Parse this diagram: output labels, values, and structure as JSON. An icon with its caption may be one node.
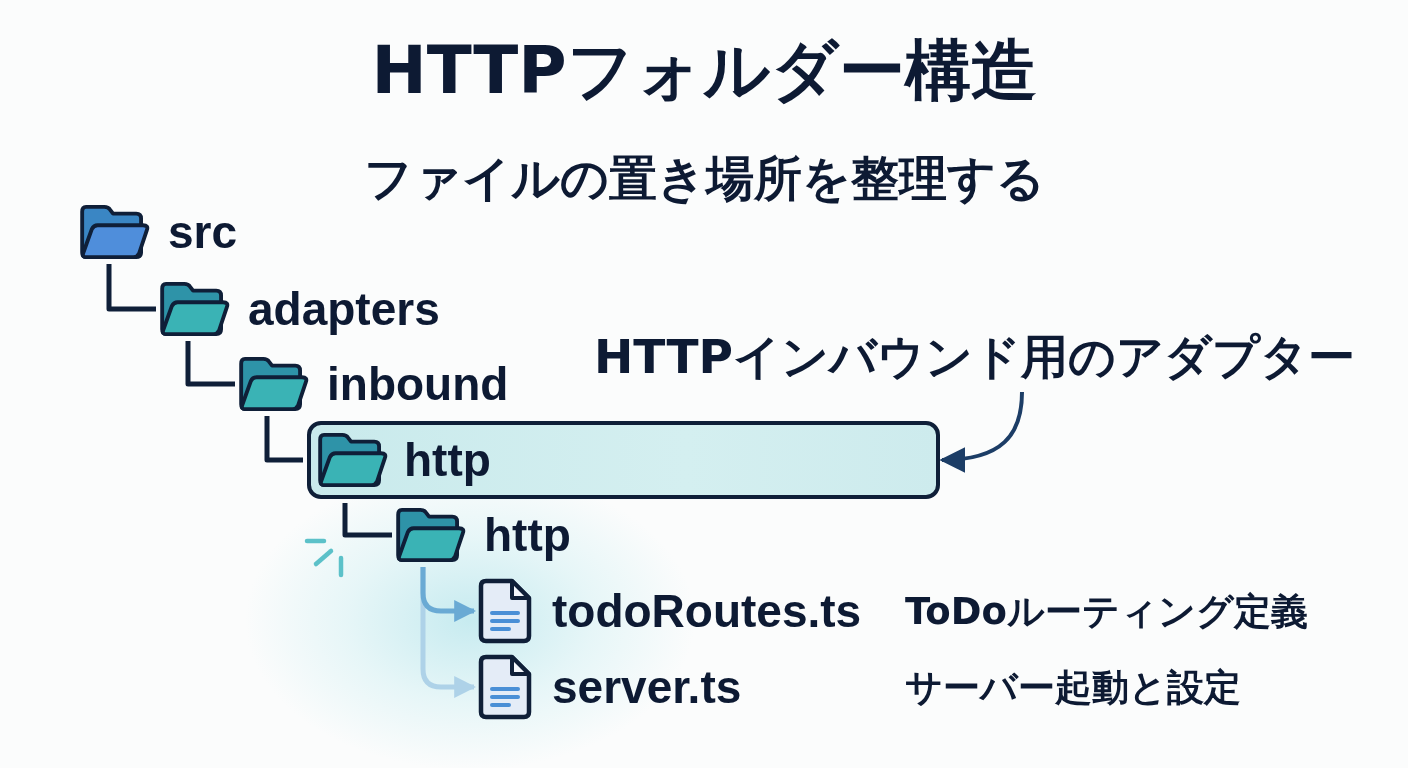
{
  "diagram": {
    "title": "HTTPフォルダー構造",
    "nodes": [
      {
        "text": [
          "src"
        ]
      },
      {
        "text": [
          "adapters"
        ]
      },
      {
        "text": [
          "inbound"
        ]
      },
      {
        "text": [
          "http"
        ]
      },
      {
        "text": [
          "http"
        ]
      },
      {
        "text": [
          "todoRoutes.ts"
        ]
      },
      {
        "text": [
          "server.ts"
        ]
      },
      {
        "text": [
          "HTTPインバウンド用のアダプター"
        ]
      }
    ],
    "edges": [
      {
        "from": 0,
        "to": 1,
        "arrow": "none"
      },
      {
        "from": 1,
        "to": 2,
        "arrow": "none"
      },
      {
        "from": 2,
        "to": 3,
        "arrow": "none"
      },
      {
        "from": 3,
        "to": 4,
        "arrow": "none"
      },
      {
        "from": 4,
        "to": 5,
        "arrow": "to",
        "color": "#6aaad4"
      },
      {
        "from": 4,
        "to": 6,
        "arrow": "to",
        "color": "#aed2e8"
      },
      {
        "from": 7,
        "to": 3,
        "arrow": "to",
        "color": "#1c3d66"
      }
    ],
    "labels": [
      "ファイルの置き場所を整理する",
      "ToDoルーティング定義",
      "サーバー起動と設定"
    ]
  }
}
